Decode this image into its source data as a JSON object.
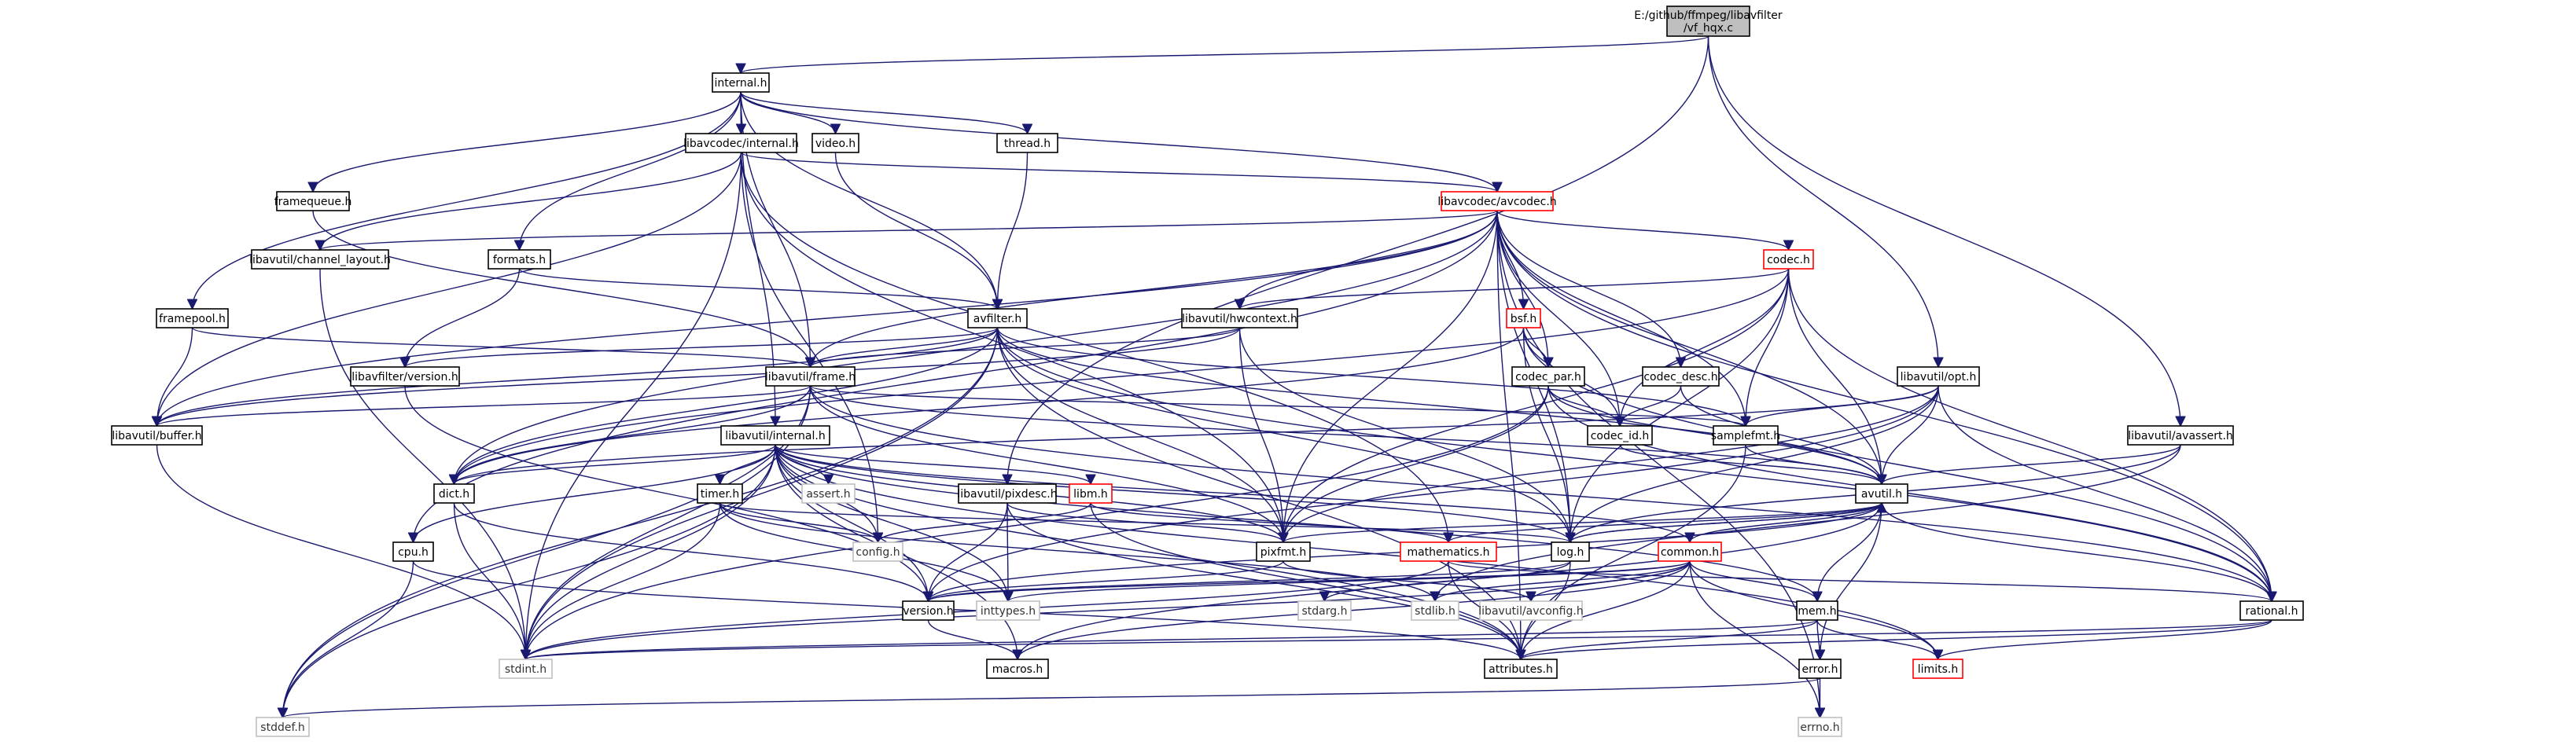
{
  "diagram": {
    "type": "include-dependency-graph",
    "colors": {
      "edge": "#191970",
      "node_border": "#000000",
      "root_fill": "#bfbfbf",
      "missing_border": "#ff0000",
      "system_border": "#bfbfbf"
    },
    "nodes": [
      {
        "id": "root",
        "lines": [
          "E:/github/ffmpeg/libavfilter",
          "/vf_hqx.c"
        ],
        "style": "root"
      },
      {
        "id": "internal_h",
        "lines": [
          "internal.h"
        ],
        "style": "normal"
      },
      {
        "id": "lavc_internal_h",
        "lines": [
          "libavcodec/internal.h"
        ],
        "style": "normal"
      },
      {
        "id": "video_h",
        "lines": [
          "video.h"
        ],
        "style": "normal"
      },
      {
        "id": "thread_h",
        "lines": [
          "thread.h"
        ],
        "style": "normal"
      },
      {
        "id": "framequeue_h",
        "lines": [
          "framequeue.h"
        ],
        "style": "normal"
      },
      {
        "id": "lavc_avcodec_h",
        "lines": [
          "libavcodec/avcodec.h"
        ],
        "style": "red"
      },
      {
        "id": "channel_layout_h",
        "lines": [
          "libavutil/channel_layout.h"
        ],
        "style": "normal"
      },
      {
        "id": "formats_h",
        "lines": [
          "formats.h"
        ],
        "style": "normal"
      },
      {
        "id": "codec_h",
        "lines": [
          "codec.h"
        ],
        "style": "red"
      },
      {
        "id": "framepool_h",
        "lines": [
          "framepool.h"
        ],
        "style": "normal"
      },
      {
        "id": "avfilter_h",
        "lines": [
          "avfilter.h"
        ],
        "style": "normal"
      },
      {
        "id": "hwcontext_h",
        "lines": [
          "libavutil/hwcontext.h"
        ],
        "style": "normal"
      },
      {
        "id": "bsf_h",
        "lines": [
          "bsf.h"
        ],
        "style": "red"
      },
      {
        "id": "lavfilter_version_h",
        "lines": [
          "libavfilter/version.h"
        ],
        "style": "normal"
      },
      {
        "id": "frame_h",
        "lines": [
          "libavutil/frame.h"
        ],
        "style": "normal"
      },
      {
        "id": "codec_par_h",
        "lines": [
          "codec_par.h"
        ],
        "style": "normal"
      },
      {
        "id": "codec_desc_h",
        "lines": [
          "codec_desc.h"
        ],
        "style": "normal"
      },
      {
        "id": "opt_h",
        "lines": [
          "libavutil/opt.h"
        ],
        "style": "normal"
      },
      {
        "id": "buffer_h",
        "lines": [
          "libavutil/buffer.h"
        ],
        "style": "normal"
      },
      {
        "id": "codec_id_h",
        "lines": [
          "codec_id.h"
        ],
        "style": "normal"
      },
      {
        "id": "samplefmt_h",
        "lines": [
          "samplefmt.h"
        ],
        "style": "normal"
      },
      {
        "id": "avassert_h",
        "lines": [
          "libavutil/avassert.h"
        ],
        "style": "normal"
      },
      {
        "id": "lavu_internal_h",
        "lines": [
          "libavutil/internal.h"
        ],
        "style": "normal"
      },
      {
        "id": "dict_h",
        "lines": [
          "dict.h"
        ],
        "style": "normal"
      },
      {
        "id": "timer_h",
        "lines": [
          "timer.h"
        ],
        "style": "normal"
      },
      {
        "id": "assert_h",
        "lines": [
          "assert.h"
        ],
        "style": "gray"
      },
      {
        "id": "pixdesc_h",
        "lines": [
          "libavutil/pixdesc.h"
        ],
        "style": "normal"
      },
      {
        "id": "libm_h",
        "lines": [
          "libm.h"
        ],
        "style": "red"
      },
      {
        "id": "avutil_h",
        "lines": [
          "avutil.h"
        ],
        "style": "normal"
      },
      {
        "id": "cpu_h",
        "lines": [
          "cpu.h"
        ],
        "style": "normal"
      },
      {
        "id": "config_h",
        "lines": [
          "config.h"
        ],
        "style": "gray"
      },
      {
        "id": "pixfmt_h",
        "lines": [
          "pixfmt.h"
        ],
        "style": "normal"
      },
      {
        "id": "mathematics_h",
        "lines": [
          "mathematics.h"
        ],
        "style": "red"
      },
      {
        "id": "log_h",
        "lines": [
          "log.h"
        ],
        "style": "normal"
      },
      {
        "id": "common_h",
        "lines": [
          "common.h"
        ],
        "style": "red"
      },
      {
        "id": "version_h",
        "lines": [
          "version.h"
        ],
        "style": "normal"
      },
      {
        "id": "inttypes_h",
        "lines": [
          "inttypes.h"
        ],
        "style": "gray"
      },
      {
        "id": "stdarg_h",
        "lines": [
          "stdarg.h"
        ],
        "style": "gray"
      },
      {
        "id": "stdlib_h",
        "lines": [
          "stdlib.h"
        ],
        "style": "gray"
      },
      {
        "id": "avconfig_h",
        "lines": [
          "libavutil/avconfig.h"
        ],
        "style": "gray"
      },
      {
        "id": "mem_h",
        "lines": [
          "mem.h"
        ],
        "style": "normal"
      },
      {
        "id": "rational_h",
        "lines": [
          "rational.h"
        ],
        "style": "normal"
      },
      {
        "id": "stdint_h",
        "lines": [
          "stdint.h"
        ],
        "style": "gray"
      },
      {
        "id": "macros_h",
        "lines": [
          "macros.h"
        ],
        "style": "normal"
      },
      {
        "id": "attributes_h",
        "lines": [
          "attributes.h"
        ],
        "style": "normal"
      },
      {
        "id": "error_h",
        "lines": [
          "error.h"
        ],
        "style": "normal"
      },
      {
        "id": "limits_h",
        "lines": [
          "limits.h"
        ],
        "style": "red"
      },
      {
        "id": "stddef_h",
        "lines": [
          "stddef.h"
        ],
        "style": "gray"
      },
      {
        "id": "errno_h",
        "lines": [
          "errno.h"
        ],
        "style": "gray"
      }
    ],
    "edges": [
      [
        "root",
        "internal_h"
      ],
      [
        "root",
        "pixdesc_h"
      ],
      [
        "root",
        "opt_h"
      ],
      [
        "root",
        "avassert_h"
      ],
      [
        "internal_h",
        "lavc_internal_h"
      ],
      [
        "internal_h",
        "video_h"
      ],
      [
        "internal_h",
        "thread_h"
      ],
      [
        "internal_h",
        "framequeue_h"
      ],
      [
        "internal_h",
        "lavc_avcodec_h"
      ],
      [
        "internal_h",
        "formats_h"
      ],
      [
        "internal_h",
        "framepool_h"
      ],
      [
        "internal_h",
        "avfilter_h"
      ],
      [
        "internal_h",
        "frame_h"
      ],
      [
        "internal_h",
        "lavu_internal_h"
      ],
      [
        "lavc_internal_h",
        "lavc_avcodec_h"
      ],
      [
        "lavc_internal_h",
        "channel_layout_h"
      ],
      [
        "lavc_internal_h",
        "buffer_h"
      ],
      [
        "lavc_internal_h",
        "pixfmt_h"
      ],
      [
        "lavc_internal_h",
        "mathematics_h"
      ],
      [
        "lavc_internal_h",
        "config_h"
      ],
      [
        "lavc_internal_h",
        "stdint_h"
      ],
      [
        "video_h",
        "avfilter_h"
      ],
      [
        "thread_h",
        "avfilter_h"
      ],
      [
        "framequeue_h",
        "frame_h"
      ],
      [
        "lavc_avcodec_h",
        "codec_h"
      ],
      [
        "lavc_avcodec_h",
        "bsf_h"
      ],
      [
        "lavc_avcodec_h",
        "codec_par_h"
      ],
      [
        "lavc_avcodec_h",
        "codec_desc_h"
      ],
      [
        "lavc_avcodec_h",
        "codec_id_h"
      ],
      [
        "lavc_avcodec_h",
        "samplefmt_h"
      ],
      [
        "lavc_avcodec_h",
        "hwcontext_h"
      ],
      [
        "lavc_avcodec_h",
        "frame_h"
      ],
      [
        "lavc_avcodec_h",
        "buffer_h"
      ],
      [
        "lavc_avcodec_h",
        "channel_layout_h"
      ],
      [
        "lavc_avcodec_h",
        "dict_h"
      ],
      [
        "lavc_avcodec_h",
        "cpu_h"
      ],
      [
        "lavc_avcodec_h",
        "avutil_h"
      ],
      [
        "lavc_avcodec_h",
        "log_h"
      ],
      [
        "lavc_avcodec_h",
        "pixfmt_h"
      ],
      [
        "lavc_avcodec_h",
        "rational_h"
      ],
      [
        "lavc_avcodec_h",
        "attributes_h"
      ],
      [
        "lavc_avcodec_h",
        "errno_h"
      ],
      [
        "channel_layout_h",
        "stdint_h"
      ],
      [
        "formats_h",
        "avfilter_h"
      ],
      [
        "formats_h",
        "lavfilter_version_h"
      ],
      [
        "codec_h",
        "codec_id_h"
      ],
      [
        "codec_h",
        "samplefmt_h"
      ],
      [
        "codec_h",
        "avutil_h"
      ],
      [
        "codec_h",
        "log_h"
      ],
      [
        "codec_h",
        "pixfmt_h"
      ],
      [
        "codec_h",
        "rational_h"
      ],
      [
        "codec_h",
        "hwcontext_h"
      ],
      [
        "codec_h",
        "dict_h"
      ],
      [
        "framepool_h",
        "buffer_h"
      ],
      [
        "framepool_h",
        "frame_h"
      ],
      [
        "avfilter_h",
        "lavfilter_version_h"
      ],
      [
        "avfilter_h",
        "frame_h"
      ],
      [
        "avfilter_h",
        "buffer_h"
      ],
      [
        "avfilter_h",
        "dict_h"
      ],
      [
        "avfilter_h",
        "samplefmt_h"
      ],
      [
        "avfilter_h",
        "pixfmt_h"
      ],
      [
        "avfilter_h",
        "log_h"
      ],
      [
        "avfilter_h",
        "rational_h"
      ],
      [
        "avfilter_h",
        "attributes_h"
      ],
      [
        "avfilter_h",
        "avutil_h"
      ],
      [
        "avfilter_h",
        "stddef_h"
      ],
      [
        "avfilter_h",
        "stdint_h"
      ],
      [
        "hwcontext_h",
        "frame_h"
      ],
      [
        "hwcontext_h",
        "buffer_h"
      ],
      [
        "hwcontext_h",
        "pixfmt_h"
      ],
      [
        "hwcontext_h",
        "log_h"
      ],
      [
        "bsf_h",
        "codec_id_h"
      ],
      [
        "bsf_h",
        "codec_par_h"
      ],
      [
        "bsf_h",
        "dict_h"
      ],
      [
        "bsf_h",
        "log_h"
      ],
      [
        "bsf_h",
        "rational_h"
      ],
      [
        "lavfilter_version_h",
        "version_h"
      ],
      [
        "frame_h",
        "buffer_h"
      ],
      [
        "frame_h",
        "dict_h"
      ],
      [
        "frame_h",
        "avutil_h"
      ],
      [
        "frame_h",
        "pixfmt_h"
      ],
      [
        "frame_h",
        "samplefmt_h"
      ],
      [
        "frame_h",
        "rational_h"
      ],
      [
        "frame_h",
        "stdint_h"
      ],
      [
        "frame_h",
        "stddef_h"
      ],
      [
        "codec_par_h",
        "codec_id_h"
      ],
      [
        "codec_par_h",
        "avutil_h"
      ],
      [
        "codec_par_h",
        "pixfmt_h"
      ],
      [
        "codec_par_h",
        "rational_h"
      ],
      [
        "codec_par_h",
        "stdint_h"
      ],
      [
        "codec_desc_h",
        "codec_id_h"
      ],
      [
        "codec_desc_h",
        "avutil_h"
      ],
      [
        "opt_h",
        "rational_h"
      ],
      [
        "opt_h",
        "avutil_h"
      ],
      [
        "opt_h",
        "dict_h"
      ],
      [
        "opt_h",
        "log_h"
      ],
      [
        "opt_h",
        "pixfmt_h"
      ],
      [
        "opt_h",
        "samplefmt_h"
      ],
      [
        "opt_h",
        "version_h"
      ],
      [
        "buffer_h",
        "stdint_h"
      ],
      [
        "codec_id_h",
        "avutil_h"
      ],
      [
        "samplefmt_h",
        "avutil_h"
      ],
      [
        "samplefmt_h",
        "attributes_h"
      ],
      [
        "avassert_h",
        "avutil_h"
      ],
      [
        "avassert_h",
        "log_h"
      ],
      [
        "avassert_h",
        "stdlib_h"
      ],
      [
        "lavu_internal_h",
        "dict_h"
      ],
      [
        "lavu_internal_h",
        "timer_h"
      ],
      [
        "lavu_internal_h",
        "assert_h"
      ],
      [
        "lavu_internal_h",
        "pixfmt_h"
      ],
      [
        "lavu_internal_h",
        "config_h"
      ],
      [
        "lavu_internal_h",
        "cpu_h"
      ],
      [
        "lavu_internal_h",
        "libm_h"
      ],
      [
        "lavu_internal_h",
        "attributes_h"
      ],
      [
        "lavu_internal_h",
        "macros_h"
      ],
      [
        "lavu_internal_h",
        "version_h"
      ],
      [
        "lavu_internal_h",
        "stdint_h"
      ],
      [
        "lavu_internal_h",
        "stddef_h"
      ],
      [
        "lavu_internal_h",
        "limits_h"
      ],
      [
        "lavu_internal_h",
        "log_h"
      ],
      [
        "lavu_internal_h",
        "inttypes_h"
      ],
      [
        "lavu_internal_h",
        "common_h"
      ],
      [
        "lavu_internal_h",
        "mem_h"
      ],
      [
        "dict_h",
        "stdint_h"
      ],
      [
        "dict_h",
        "version_h"
      ],
      [
        "timer_h",
        "config_h"
      ],
      [
        "timer_h",
        "log_h"
      ],
      [
        "timer_h",
        "inttypes_h"
      ],
      [
        "timer_h",
        "stdint_h"
      ],
      [
        "timer_h",
        "stdlib_h"
      ],
      [
        "pixdesc_h",
        "pixfmt_h"
      ],
      [
        "pixdesc_h",
        "version_h"
      ],
      [
        "pixdesc_h",
        "inttypes_h"
      ],
      [
        "pixdesc_h",
        "attributes_h"
      ],
      [
        "libm_h",
        "config_h"
      ],
      [
        "libm_h",
        "attributes_h"
      ],
      [
        "libm_h",
        "mathematics_h"
      ],
      [
        "avutil_h",
        "common_h"
      ],
      [
        "avutil_h",
        "error_h"
      ],
      [
        "avutil_h",
        "version_h"
      ],
      [
        "avutil_h",
        "rational_h"
      ],
      [
        "avutil_h",
        "mathematics_h"
      ],
      [
        "avutil_h",
        "log_h"
      ],
      [
        "avutil_h",
        "pixfmt_h"
      ],
      [
        "avutil_h",
        "macros_h"
      ],
      [
        "cpu_h",
        "attributes_h"
      ],
      [
        "cpu_h",
        "stddef_h"
      ],
      [
        "pixfmt_h",
        "version_h"
      ],
      [
        "pixfmt_h",
        "avconfig_h"
      ],
      [
        "mathematics_h",
        "stdint_h"
      ],
      [
        "mathematics_h",
        "attributes_h"
      ],
      [
        "mathematics_h",
        "rational_h"
      ],
      [
        "mathematics_h",
        "intfloat_h"
      ],
      [
        "log_h",
        "stdarg_h"
      ],
      [
        "log_h",
        "version_h"
      ],
      [
        "log_h",
        "attributes_h"
      ],
      [
        "log_h",
        "avutil_h"
      ],
      [
        "common_h",
        "inttypes_h"
      ],
      [
        "common_h",
        "stdlib_h"
      ],
      [
        "common_h",
        "stdint_h"
      ],
      [
        "common_h",
        "limits_h"
      ],
      [
        "common_h",
        "attributes_h"
      ],
      [
        "common_h",
        "macros_h"
      ],
      [
        "common_h",
        "version_h"
      ],
      [
        "common_h",
        "avconfig_h"
      ],
      [
        "common_h",
        "mem_h"
      ],
      [
        "common_h",
        "errno_h"
      ],
      [
        "common_h",
        "common_h"
      ],
      [
        "mem_h",
        "attributes_h"
      ],
      [
        "mem_h",
        "error_h"
      ],
      [
        "mem_h",
        "avutil_h"
      ],
      [
        "mem_h",
        "limits_h"
      ],
      [
        "mem_h",
        "stdint_h"
      ],
      [
        "rational_h",
        "attributes_h"
      ],
      [
        "rational_h",
        "limits_h"
      ],
      [
        "rational_h",
        "stdint_h"
      ],
      [
        "version_h",
        "macros_h"
      ],
      [
        "error_h",
        "errno_h"
      ],
      [
        "error_h",
        "stddef_h"
      ]
    ]
  }
}
